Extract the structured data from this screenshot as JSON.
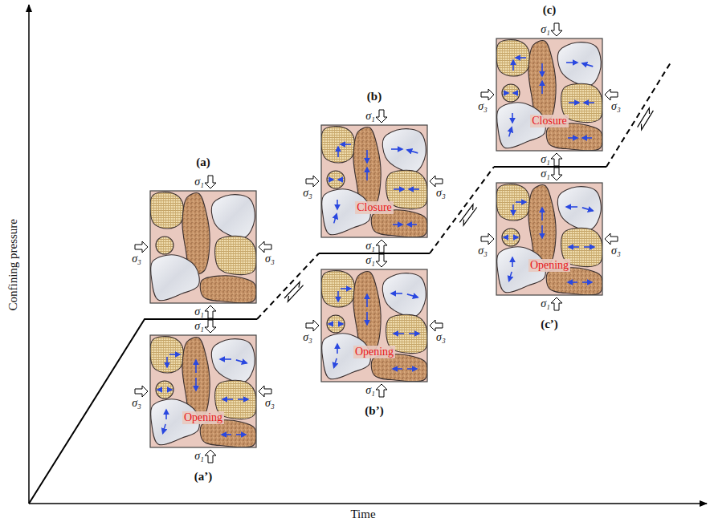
{
  "diagram": {
    "nodes": [
      {
        "text": [
          "(a)"
        ]
      },
      {
        "text": [
          "(a’)",
          "Opening"
        ]
      },
      {
        "text": [
          "(b)",
          "Closure"
        ]
      },
      {
        "text": [
          "(b’)",
          "Opening"
        ]
      },
      {
        "text": [
          "(c)",
          "Closure"
        ]
      },
      {
        "text": [
          "(c’)",
          "Opening"
        ]
      }
    ],
    "labels": [
      "Confining pressure",
      "Time",
      "σ₁",
      "σ₃",
      "σ₃",
      "σ₁",
      "σ₁",
      "σ₃",
      "σ₃",
      "σ₁",
      "σ₁",
      "σ₃",
      "σ₃",
      "σ₁",
      "σ₁",
      "σ₃",
      "σ₃",
      "σ₁",
      "σ₁",
      "σ₃",
      "σ₃",
      "σ₁",
      "σ₁",
      "σ₃",
      "σ₃",
      "σ₁"
    ]
  }
}
